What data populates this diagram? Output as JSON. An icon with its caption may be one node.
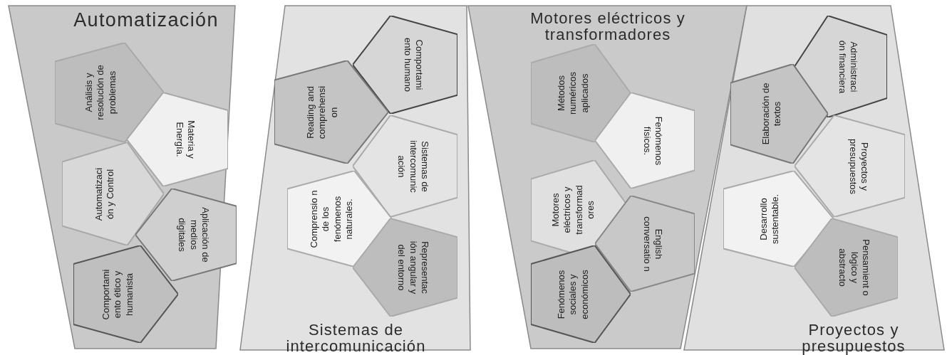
{
  "diagram": {
    "nodes": [
      {
        "text": [
          "Automatización"
        ]
      },
      {
        "text": [
          "Análisis y resolución de problemas"
        ],
        "in": 0
      },
      {
        "text": [
          "Materia y Energía."
        ],
        "in": 0
      },
      {
        "text": [
          "Automatizaci ón y Control"
        ],
        "in": 0
      },
      {
        "text": [
          "Aplicación de medios digitales"
        ],
        "in": 0
      },
      {
        "text": [
          "Comportami ento ético y humanista"
        ],
        "in": 0
      },
      {
        "text": [
          "Sistemas de intercomunicación"
        ]
      },
      {
        "text": [
          "Comportami ento humano"
        ],
        "in": 6
      },
      {
        "text": [
          "Reading and comprehensi on"
        ],
        "in": 6
      },
      {
        "text": [
          "Sistemas de intercomunic ación"
        ],
        "in": 6
      },
      {
        "text": [
          "Comprensio n de los fenómenos naturales."
        ],
        "in": 6
      },
      {
        "text": [
          "Representac ión angular y del entorno"
        ],
        "in": 6
      },
      {
        "text": [
          "Motores eléctricos y transformadores"
        ]
      },
      {
        "text": [
          "Métodos numéricos aplicados"
        ],
        "in": 12
      },
      {
        "text": [
          "Fenómenos físicos."
        ],
        "in": 12
      },
      {
        "text": [
          "Motores eléctricos y transformad ores"
        ],
        "in": 12
      },
      {
        "text": [
          "English conversatio n"
        ],
        "in": 12
      },
      {
        "text": [
          "Fenómenos sociales y económicos"
        ],
        "in": 12
      },
      {
        "text": [
          "Proyectos y presupuestos"
        ]
      },
      {
        "text": [
          "Administraci ón financiera"
        ],
        "in": 18
      },
      {
        "text": [
          "Elaboración de textos"
        ],
        "in": 18
      },
      {
        "text": [
          "Proyectos y presupuestos"
        ],
        "in": 18
      },
      {
        "text": [
          "Desarrollo sustentable."
        ],
        "in": 18
      },
      {
        "text": [
          "Pensamient o lógico y abstracto"
        ],
        "in": 18
      }
    ]
  }
}
